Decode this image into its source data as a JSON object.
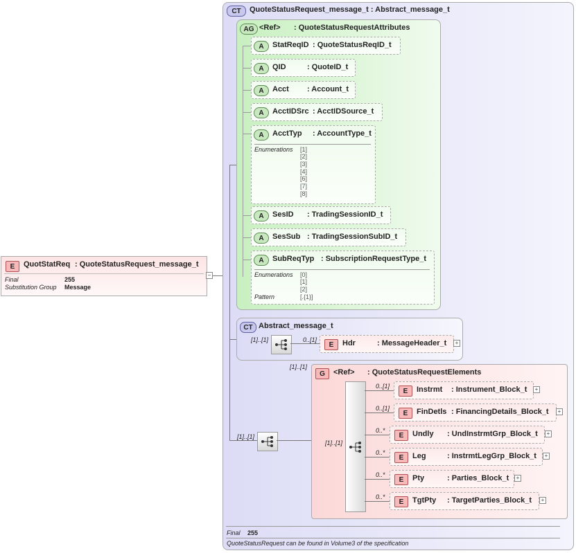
{
  "root": {
    "badge": "E",
    "name": "QuotStatReq",
    "type": ": QuoteStatusRequest_message_t",
    "prop1_label": "Final",
    "prop1_value": "255",
    "prop2_label": "Substitution Group",
    "prop2_value": "Message"
  },
  "complex_type": {
    "badge": "CT",
    "title": "QuoteStatusRequest_message_t : Abstract_message_t",
    "footer_label": "Final",
    "footer_value": "255",
    "footer_note": "QuoteStatusRequest can be found in Volume3 of the specification"
  },
  "attr_group": {
    "badge": "AG",
    "name": "<Ref>",
    "type": ": QuoteStatusRequestAttributes",
    "attrs": [
      {
        "badge": "A",
        "name": "StatReqID",
        "type": ": QuoteStatusReqID_t"
      },
      {
        "badge": "A",
        "name": "QID",
        "type": ": QuoteID_t"
      },
      {
        "badge": "A",
        "name": "Acct",
        "type": ": Account_t"
      },
      {
        "badge": "A",
        "name": "AcctIDSrc",
        "type": ": AcctIDSource_t"
      },
      {
        "badge": "A",
        "name": "AcctTyp",
        "type": ": AccountType_t",
        "enum_label": "Enumerations",
        "enums": [
          "[1]",
          "[2]",
          "[3]",
          "[4]",
          "[6]",
          "[7]",
          "[8]"
        ]
      },
      {
        "badge": "A",
        "name": "SesID",
        "type": ": TradingSessionID_t"
      },
      {
        "badge": "A",
        "name": "SesSub",
        "type": ": TradingSessionSubID_t"
      },
      {
        "badge": "A",
        "name": "SubReqTyp",
        "type": ": SubscriptionRequestType_t",
        "enum_label": "Enumerations",
        "enums": [
          "[0]",
          "[1]",
          "[2]"
        ],
        "pattern_label": "Pattern",
        "pattern_value": "[.{1}]"
      }
    ]
  },
  "abstract": {
    "badge": "CT",
    "name": "Abstract_message_t",
    "seq_card": "[1]..[1]",
    "hdr_card": "0..[1]",
    "hdr_badge": "E",
    "hdr_name": "Hdr",
    "hdr_type": ": MessageHeader_t"
  },
  "group": {
    "outer_card": "[1]..[1]",
    "group_card": "[1]..[1]",
    "inner_card": "[1]..[1]",
    "badge": "G",
    "name": "<Ref>",
    "type": ": QuoteStatusRequestElements",
    "elements": [
      {
        "card": "0..[1]",
        "badge": "E",
        "name": "Instrmt",
        "type": ": Instrument_Block_t"
      },
      {
        "card": "0..[1]",
        "badge": "E",
        "name": "FinDetls",
        "type": ": FinancingDetails_Block_t"
      },
      {
        "card": "0..*",
        "badge": "E",
        "name": "Undly",
        "type": ": UndInstrmtGrp_Block_t"
      },
      {
        "card": "0..*",
        "badge": "E",
        "name": "Leg",
        "type": ": InstrmtLegGrp_Block_t"
      },
      {
        "card": "0..*",
        "badge": "E",
        "name": "Pty",
        "type": ": Parties_Block_t"
      },
      {
        "card": "0..*",
        "badge": "E",
        "name": "TgtPty",
        "type": ": TargetParties_Block_t"
      }
    ]
  }
}
